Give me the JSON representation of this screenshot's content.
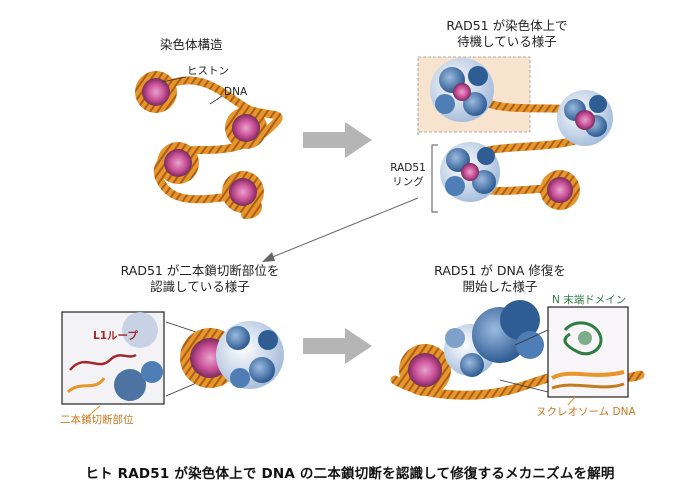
{
  "panels": {
    "top_left": {
      "title": "染色体構造",
      "histone_label": "ヒストン",
      "dna_label": "DNA"
    },
    "top_right": {
      "title_line1": "RAD51 が染色体上で",
      "title_line2": "待機している様子",
      "ring_label_line1": "RAD51",
      "ring_label_line2": "リング"
    },
    "bottom_left": {
      "title_line1": "RAD51 が二本鎖切断部位を",
      "title_line2": "認識している様子",
      "loop_label": "L1ループ",
      "break_label": "二本鎖切断部位"
    },
    "bottom_right": {
      "title_line1": "RAD51 が DNA 修復を",
      "title_line2": "開始した様子",
      "domain_label": "N 末端ドメイン",
      "nucleosome_label": "ヌクレオソーム DNA"
    }
  },
  "caption": "ヒト RAD51 が染色体上で DNA の二本鎖切断を認識して修復するメカニズムを解明",
  "colors": {
    "dna_orange": "#e8952a",
    "histone_pink": "#c94f96",
    "rad51_blue": "#3f6fa8",
    "rad51_light": "#b9cbe3",
    "arrow_gray": "#b5b5b5",
    "inset_box": "#f8e3cf",
    "loop_red": "#a1282c",
    "domain_green": "#2f7d45"
  }
}
